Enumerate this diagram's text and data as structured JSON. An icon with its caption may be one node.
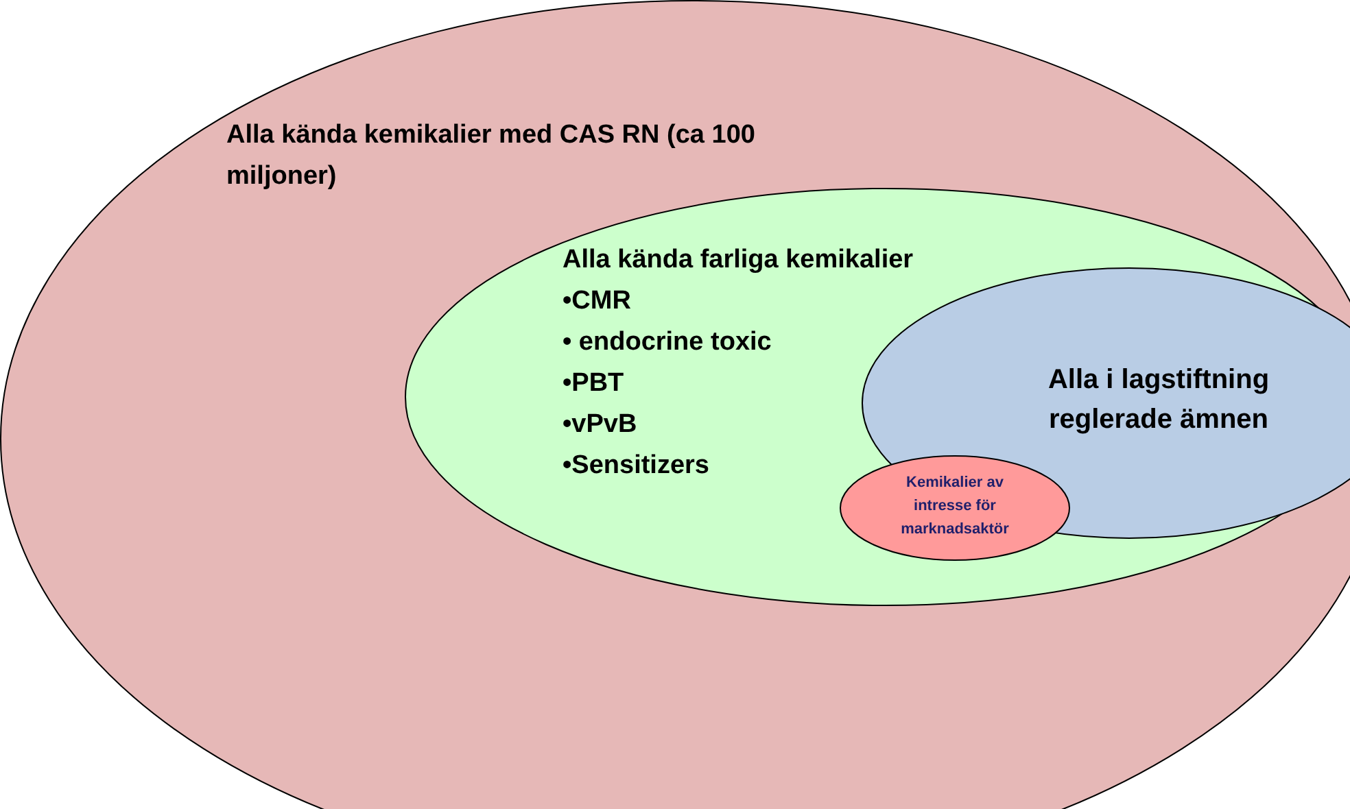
{
  "diagram": {
    "nodes": [
      {
        "text": [
          "Alla kända kemikalier med CAS RN (ca 100 miljoner)"
        ]
      },
      {
        "text": [
          "Alla kända farliga kemikalier",
          "•CMR",
          "• endocrine toxic",
          "•PBT",
          "•vPvB",
          "•Sensitizers"
        ],
        "in": 0
      },
      {
        "text": [
          "Alla i lagstiftning reglerade ämnen"
        ],
        "in": 0
      },
      {
        "text": [
          "Kemikalier av intresse för marknadsaktör"
        ],
        "in": 1
      }
    ]
  }
}
